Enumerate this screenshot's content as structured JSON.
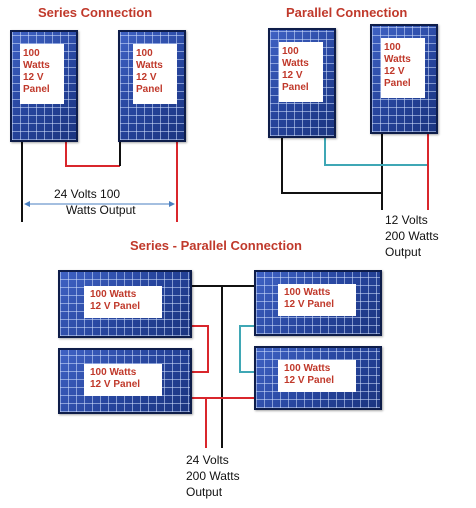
{
  "series": {
    "title": "Series Connection",
    "panel_label": [
      "100",
      "Watts",
      "12 V",
      "Panel"
    ],
    "output": [
      "24 Volts 100",
      "Watts Output"
    ]
  },
  "parallel": {
    "title": "Parallel Connection",
    "panel_label": [
      "100",
      "Watts",
      "12 V",
      "Panel"
    ],
    "output": [
      "12 Volts",
      "200 Watts",
      "Output"
    ]
  },
  "series_parallel": {
    "title": "Series - Parallel Connection",
    "panel_label": [
      "100 Watts",
      "12 V Panel"
    ],
    "output": [
      "24 Volts",
      "200 Watts",
      "Output"
    ]
  },
  "colors": {
    "title_red": "#c0392b",
    "wire_red": "#d9262c",
    "wire_black": "#111111",
    "wire_teal": "#3fa7b5",
    "arrow_blue": "#4a7fc0",
    "panel_blue": "#2a4aa8"
  }
}
